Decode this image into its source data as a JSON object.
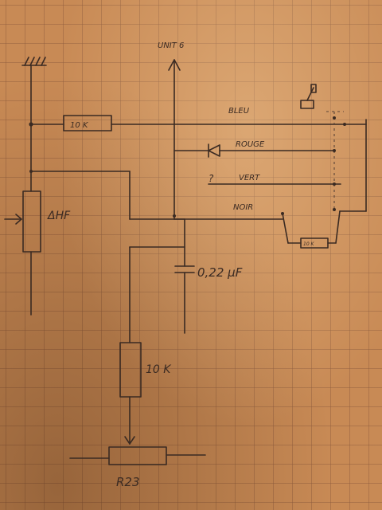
{
  "labels": {
    "unit": "UNIT 6",
    "resistor_top": "10 K",
    "pot_left": "ΔHF",
    "wire_blue": "BLEU",
    "wire_red": "ROUGE",
    "wire_green": "VERT",
    "wire_black": "NOIR",
    "question": "?",
    "capacitor": "0,22 μF",
    "resistor_bottom": "10 K",
    "resistor_small": "10 K",
    "pot_bottom": "R23"
  },
  "colors": {
    "paper": "#c88a55",
    "ink": "#3a2a22"
  }
}
